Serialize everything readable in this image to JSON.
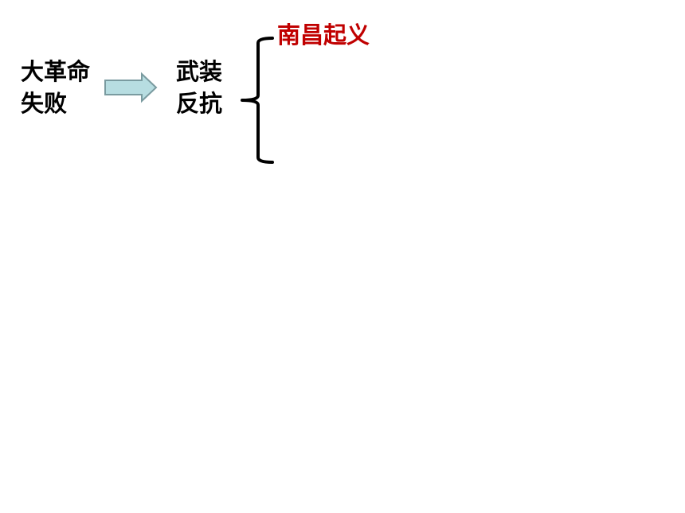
{
  "diagram": {
    "cause": {
      "line1": "大革命",
      "line2": "失败"
    },
    "action": {
      "line1": "武装",
      "line2": "反抗"
    },
    "events": [
      {
        "label": "南昌起义"
      }
    ]
  },
  "colors": {
    "text": "#000000",
    "highlight": "#c00000",
    "arrow_fill": "#b7dde1",
    "arrow_stroke": "#7a9ba0",
    "brace": "#000000"
  }
}
